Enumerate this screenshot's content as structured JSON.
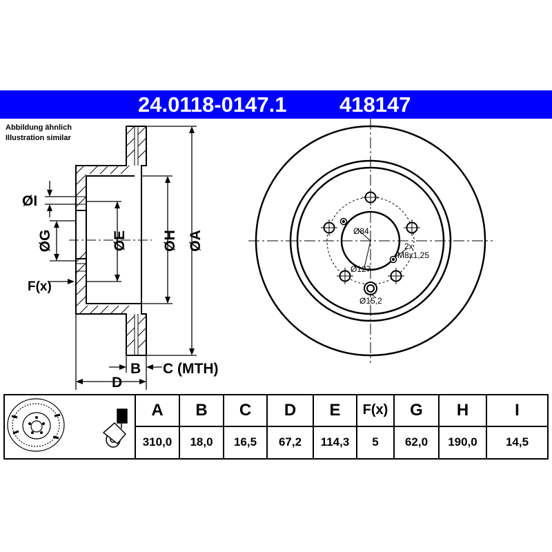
{
  "header": {
    "part_number": "24.0118-0147.1",
    "ref_number": "418147",
    "bar_color": "#0000ff"
  },
  "notes": {
    "de": "Abbildung ähnlich",
    "en": "Illustration similar"
  },
  "side_view": {
    "dim_A": "ØA",
    "dim_H": "ØH",
    "dim_E": "ØE",
    "dim_G": "ØG",
    "dim_I": "ØI",
    "dim_F": "F(x)",
    "dim_B": "B",
    "dim_C": "C (MTH)",
    "dim_D": "D"
  },
  "front_view": {
    "center_bore": "Ø84",
    "thread_count": "2x",
    "thread": "M8x1,25",
    "bolt_circle": "Ø127",
    "bolt_hole": "Ø15,2"
  },
  "spec_table": {
    "icons": [
      "disc-thumbnail-icon",
      "brake-caliper-icon"
    ],
    "columns": [
      {
        "key": "A",
        "value": "310,0"
      },
      {
        "key": "B",
        "value": "18,0"
      },
      {
        "key": "C",
        "value": "16,5"
      },
      {
        "key": "D",
        "value": "67,2"
      },
      {
        "key": "E",
        "value": "114,3"
      },
      {
        "key": "F(x)",
        "value": "5"
      },
      {
        "key": "G",
        "value": "62,0"
      },
      {
        "key": "H",
        "value": "190,0"
      },
      {
        "key": "I",
        "value": "14,5"
      }
    ]
  }
}
